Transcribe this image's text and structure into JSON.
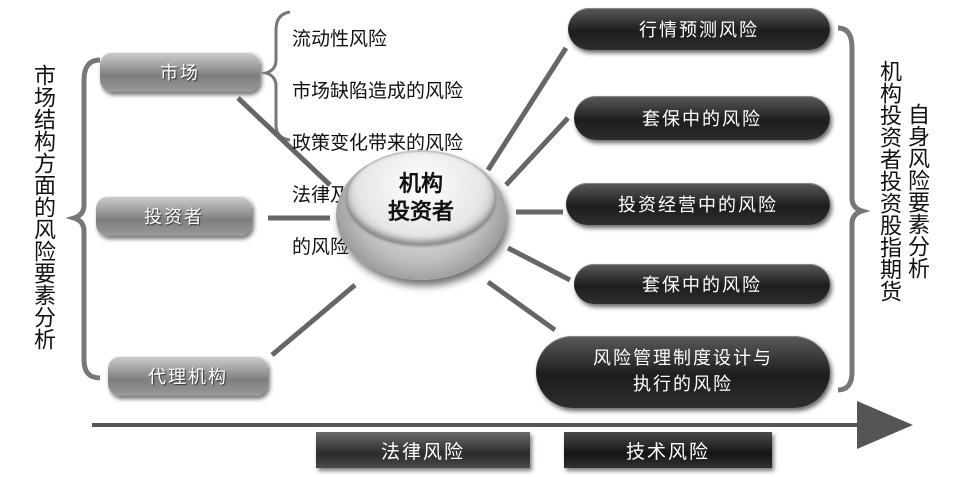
{
  "left_title": "市场结构方面的风险要素分析",
  "right_title_col1": "机构投资者投资股指期货",
  "right_title_col2": "自身风险要素分析",
  "center": "机构\n投资者",
  "left_nodes": [
    "市场",
    "投资者",
    "代理机构"
  ],
  "market_risks": [
    "流动性风险",
    "市场缺陷造成的风险",
    "政策变化带来的风险",
    "法律及制度变化带来",
    "的风险"
  ],
  "right_nodes": [
    "行情预测风险",
    "套保中的风险",
    "投资经营中的风险",
    "套保中的风险",
    "风险管理制度设计与\n执行的风险"
  ],
  "bottom_bars": [
    "法律风险",
    "技术风险"
  ]
}
